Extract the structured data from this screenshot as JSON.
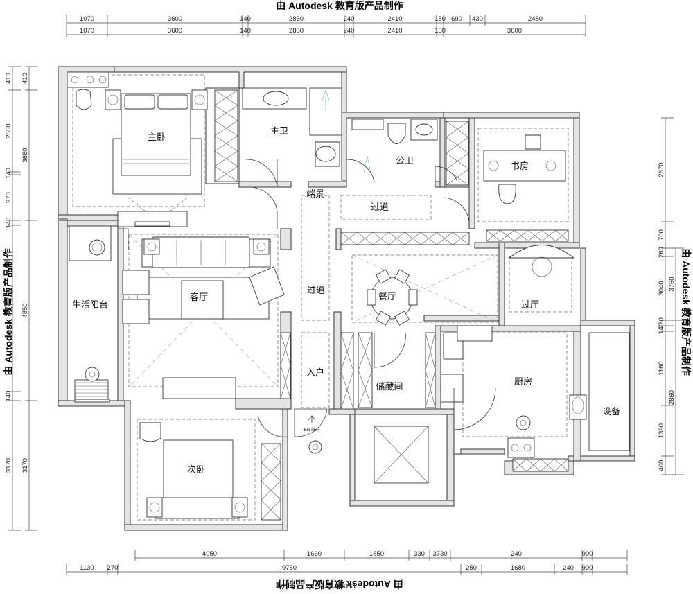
{
  "watermarks": {
    "top": "由 Autodesk 教育版产品制作",
    "bottom": "由 Autodesk 教育版产品制作",
    "left": "由 Autodesk 教育版产品制作",
    "right": "由 Autodesk 教育版产品制作"
  },
  "dims_top_row1": [
    "1070",
    "3600",
    "140",
    "2850",
    "240",
    "2410",
    "150",
    "690",
    "430",
    "2480"
  ],
  "dims_top_row2": [
    "1070",
    "3600",
    "140",
    "2850",
    "240",
    "2410",
    "150",
    "3600"
  ],
  "dims_bottom_row1": [
    "4050",
    "1660",
    "1850",
    "330",
    "3730",
    "240",
    "900"
  ],
  "dims_bottom_row2": [
    "1130",
    "270",
    "9750",
    "250",
    "1680",
    "240",
    "900"
  ],
  "dim_bottom_total": "15490",
  "dims_left_outer": [
    "410",
    "3660",
    "4850",
    "3170"
  ],
  "dims_left_inner": [
    "410",
    "2550",
    "140",
    "970",
    "140",
    "4850",
    "140",
    "3170"
  ],
  "dims_right_inner": [
    "2670",
    "700",
    "260",
    "3040",
    "230",
    "140",
    "1160",
    "1390",
    "400"
  ],
  "dims_right_outer": [
    "3760",
    "2860"
  ],
  "rooms": {
    "master_bedroom": "主卧",
    "master_bath": "主卫",
    "public_bath": "公卫",
    "study": "书房",
    "end_view": "端景",
    "corridor_top": "过道",
    "corridor_mid": "过道",
    "dining": "餐厅",
    "living": "客厅",
    "hall": "过厅",
    "balcony": "生活阳台",
    "entry": "入户",
    "storage": "储藏间",
    "kitchen": "厨房",
    "equipment": "设备",
    "second_bedroom": "次卧"
  },
  "enter_label": "ENTER"
}
